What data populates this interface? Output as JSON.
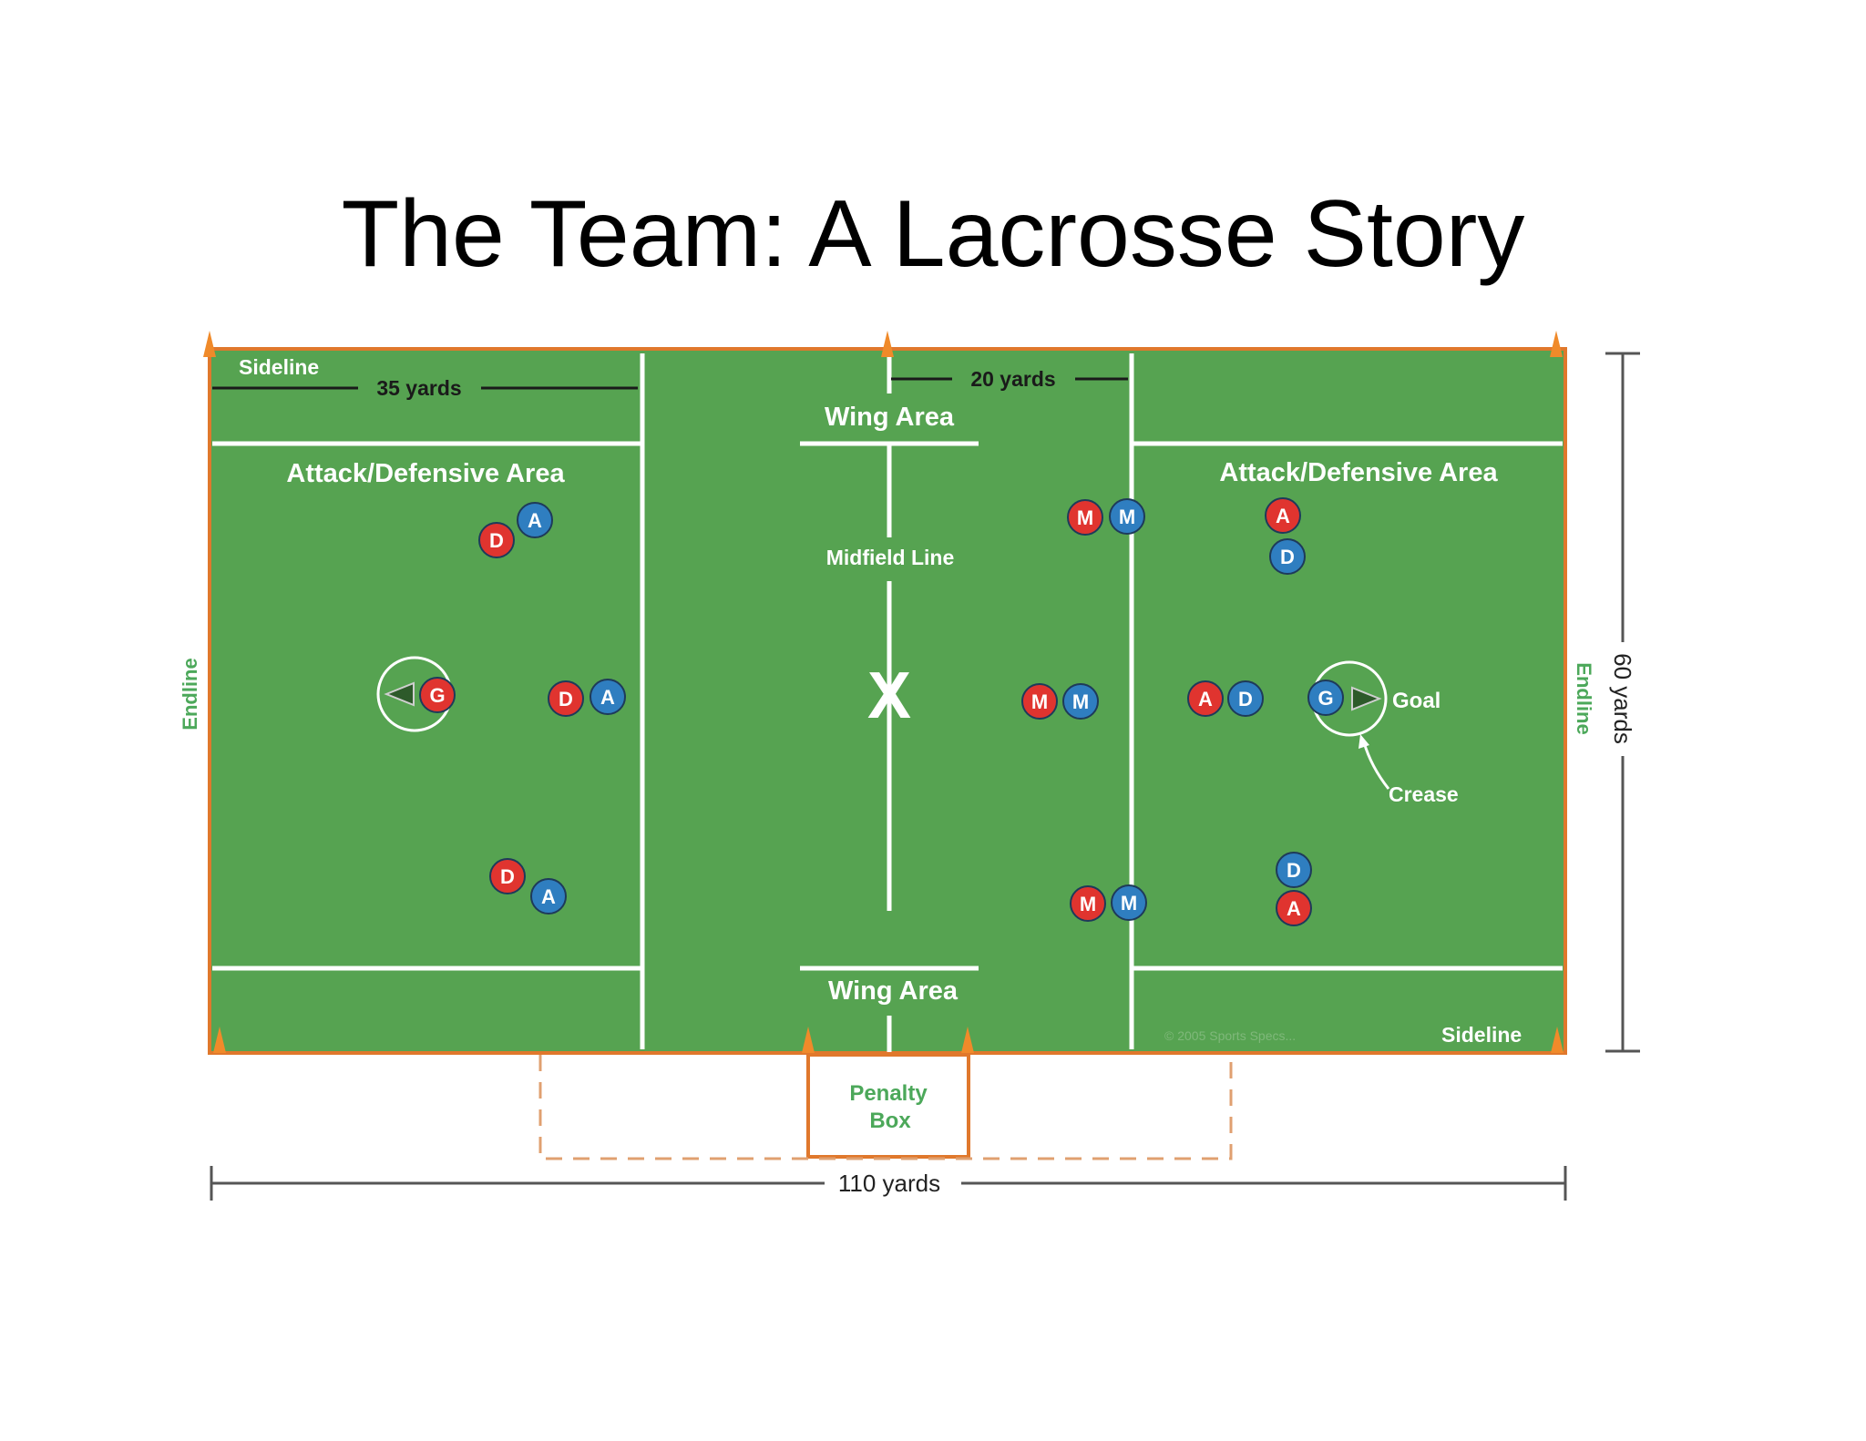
{
  "slide": {
    "title": "The Team: A Lacrosse Story"
  },
  "colors": {
    "field": "#56a351",
    "field_border": "#e0782c",
    "cone": "#f08a2a",
    "line": "#ffffff",
    "red_team": "#e0342f",
    "blue_team": "#2f7ec0",
    "endline_text": "#4ca85a",
    "penalty_text": "#4ca85a",
    "dimension": "#555555"
  },
  "labels": {
    "sideline_top": "Sideline",
    "sideline_bottom": "Sideline",
    "dim_35": "35 yards",
    "dim_20": "20 yards",
    "wing_top": "Wing Area",
    "wing_bottom": "Wing Area",
    "area_left": "Attack/Defensive Area",
    "area_right": "Attack/Defensive Area",
    "midfield_line": "Midfield Line",
    "goal": "Goal",
    "crease": "Crease",
    "endline_left": "Endline",
    "endline_right": "Endline",
    "dim_60": "60 yards",
    "dim_110": "110 yards",
    "penalty_box_1": "Penalty",
    "penalty_box_2": "Box",
    "center_mark": "X",
    "copyright": "© 2005 Sports Specs..."
  },
  "players": [
    {
      "team": "red",
      "letter": "D"
    },
    {
      "team": "blue",
      "letter": "A"
    },
    {
      "team": "red",
      "letter": "G"
    },
    {
      "team": "red",
      "letter": "D"
    },
    {
      "team": "blue",
      "letter": "A"
    },
    {
      "team": "red",
      "letter": "D"
    },
    {
      "team": "blue",
      "letter": "A"
    },
    {
      "team": "red",
      "letter": "M"
    },
    {
      "team": "blue",
      "letter": "M"
    },
    {
      "team": "red",
      "letter": "M"
    },
    {
      "team": "blue",
      "letter": "M"
    },
    {
      "team": "red",
      "letter": "M"
    },
    {
      "team": "blue",
      "letter": "M"
    },
    {
      "team": "red",
      "letter": "A"
    },
    {
      "team": "blue",
      "letter": "D"
    },
    {
      "team": "red",
      "letter": "A"
    },
    {
      "team": "blue",
      "letter": "D"
    },
    {
      "team": "blue",
      "letter": "G"
    },
    {
      "team": "blue",
      "letter": "D"
    },
    {
      "team": "red",
      "letter": "A"
    }
  ]
}
